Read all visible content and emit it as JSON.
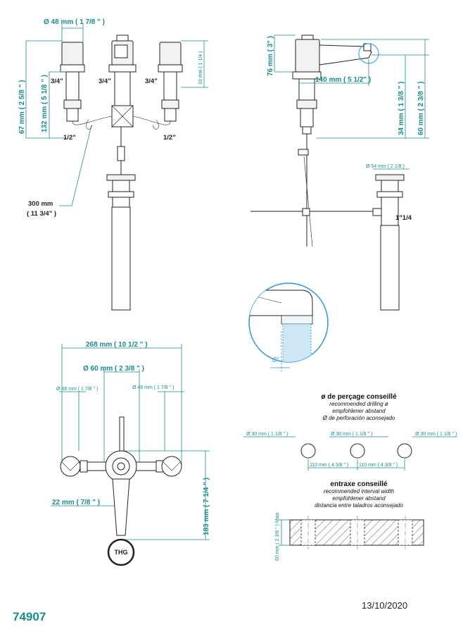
{
  "dims": {
    "d48_top": "Ø 48 mm ( 1 7/8 \" )",
    "h67": "67 mm ( 2 5/8 \" )",
    "h132": "132 mm ( 5 1/8 \" )",
    "h33": "33 mm ( 1 1/4 )",
    "conn_34_left": "3/4\"",
    "conn_34_mid": "3/4\"",
    "conn_34_right": "3/4\"",
    "conn_12_left": "1/2\"",
    "conn_12_right": "1/2\"",
    "len300": "300 mm",
    "len300_in": "( 11 3/4\" )",
    "h76": "76 mm ( 3\" )",
    "len140": "140 mm ( 5 1/2\" )",
    "h34": "34 mm ( 1 3/8 \" )",
    "h60": "60 mm ( 2 3/8 \" )",
    "d54": "Ø 54 mm ( 2 1/8 )",
    "thread": "1\"1/4",
    "angle0": "0°",
    "w268": "268 mm ( 10 1/2 \" )",
    "d60": "Ø 60 mm ( 2 3/8 \" )",
    "d48_left": "Ø 48 mm ( 1 7/8 \" )",
    "d48_right": "Ø 48 mm ( 1 7/8 \" )",
    "w22": "22 mm ( 7/8 \" )",
    "h183": "183 mm ( 7 1/4 \" )",
    "drill_a": "Ø 30 mm ( 1 1/8 \" )",
    "drill_b": "Ø 30 mm ( 1 1/8 \" )",
    "drill_c": "Ø 30 mm ( 1 1/8 \" )",
    "sp110_a": "110 mm ( 4 3/8 \" )",
    "sp110_b": "110 mm ( 4 3/8 \" )",
    "maxi": "60 mm ( 2 3/8 \" ) Maxi"
  },
  "notes": {
    "drill_title": "ø de perçage conseillé",
    "drill_en": "recommended drilling ø",
    "drill_de": "empfohlener abstand",
    "drill_es": "Ø de perforación aconsejado",
    "interval_title": "entraxe conseillé",
    "interval_en": "recommended interval width",
    "interval_de": "empfohlener abstand",
    "interval_es": "distancia entre taladros aconsejado"
  },
  "logo": "THG",
  "product_code": "74907",
  "date": "13/10/2020",
  "colors": {
    "dimension": "#1a8c8c",
    "detail_circle": "#2a9ad6",
    "line": "#222222"
  }
}
